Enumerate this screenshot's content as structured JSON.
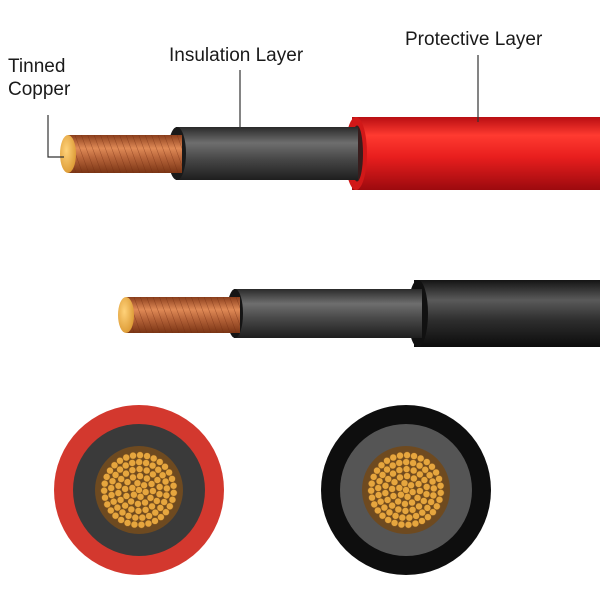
{
  "labels": {
    "tinned_copper_line1": "Tinned",
    "tinned_copper_line2": "Copper",
    "insulation_layer": "Insulation Layer",
    "protective_layer": "Protective Layer"
  },
  "cables": [
    {
      "name": "red-cable",
      "jacket_color": "#e01e1e",
      "insulation_color": "#3c3c3c",
      "conductor_color": "#b8653a"
    },
    {
      "name": "black-cable",
      "jacket_color": "#1e1e1e",
      "insulation_color": "#3c3c3c",
      "conductor_color": "#b8653a"
    }
  ],
  "cross_sections": [
    {
      "name": "red-cross-section",
      "outer_color": "#d3382e",
      "insulation_color": "#3a3a3a",
      "conductor_color": "#e6a63e"
    },
    {
      "name": "black-cross-section",
      "outer_color": "#0e0e0e",
      "insulation_color": "#555555",
      "conductor_color": "#e6a63e"
    }
  ]
}
